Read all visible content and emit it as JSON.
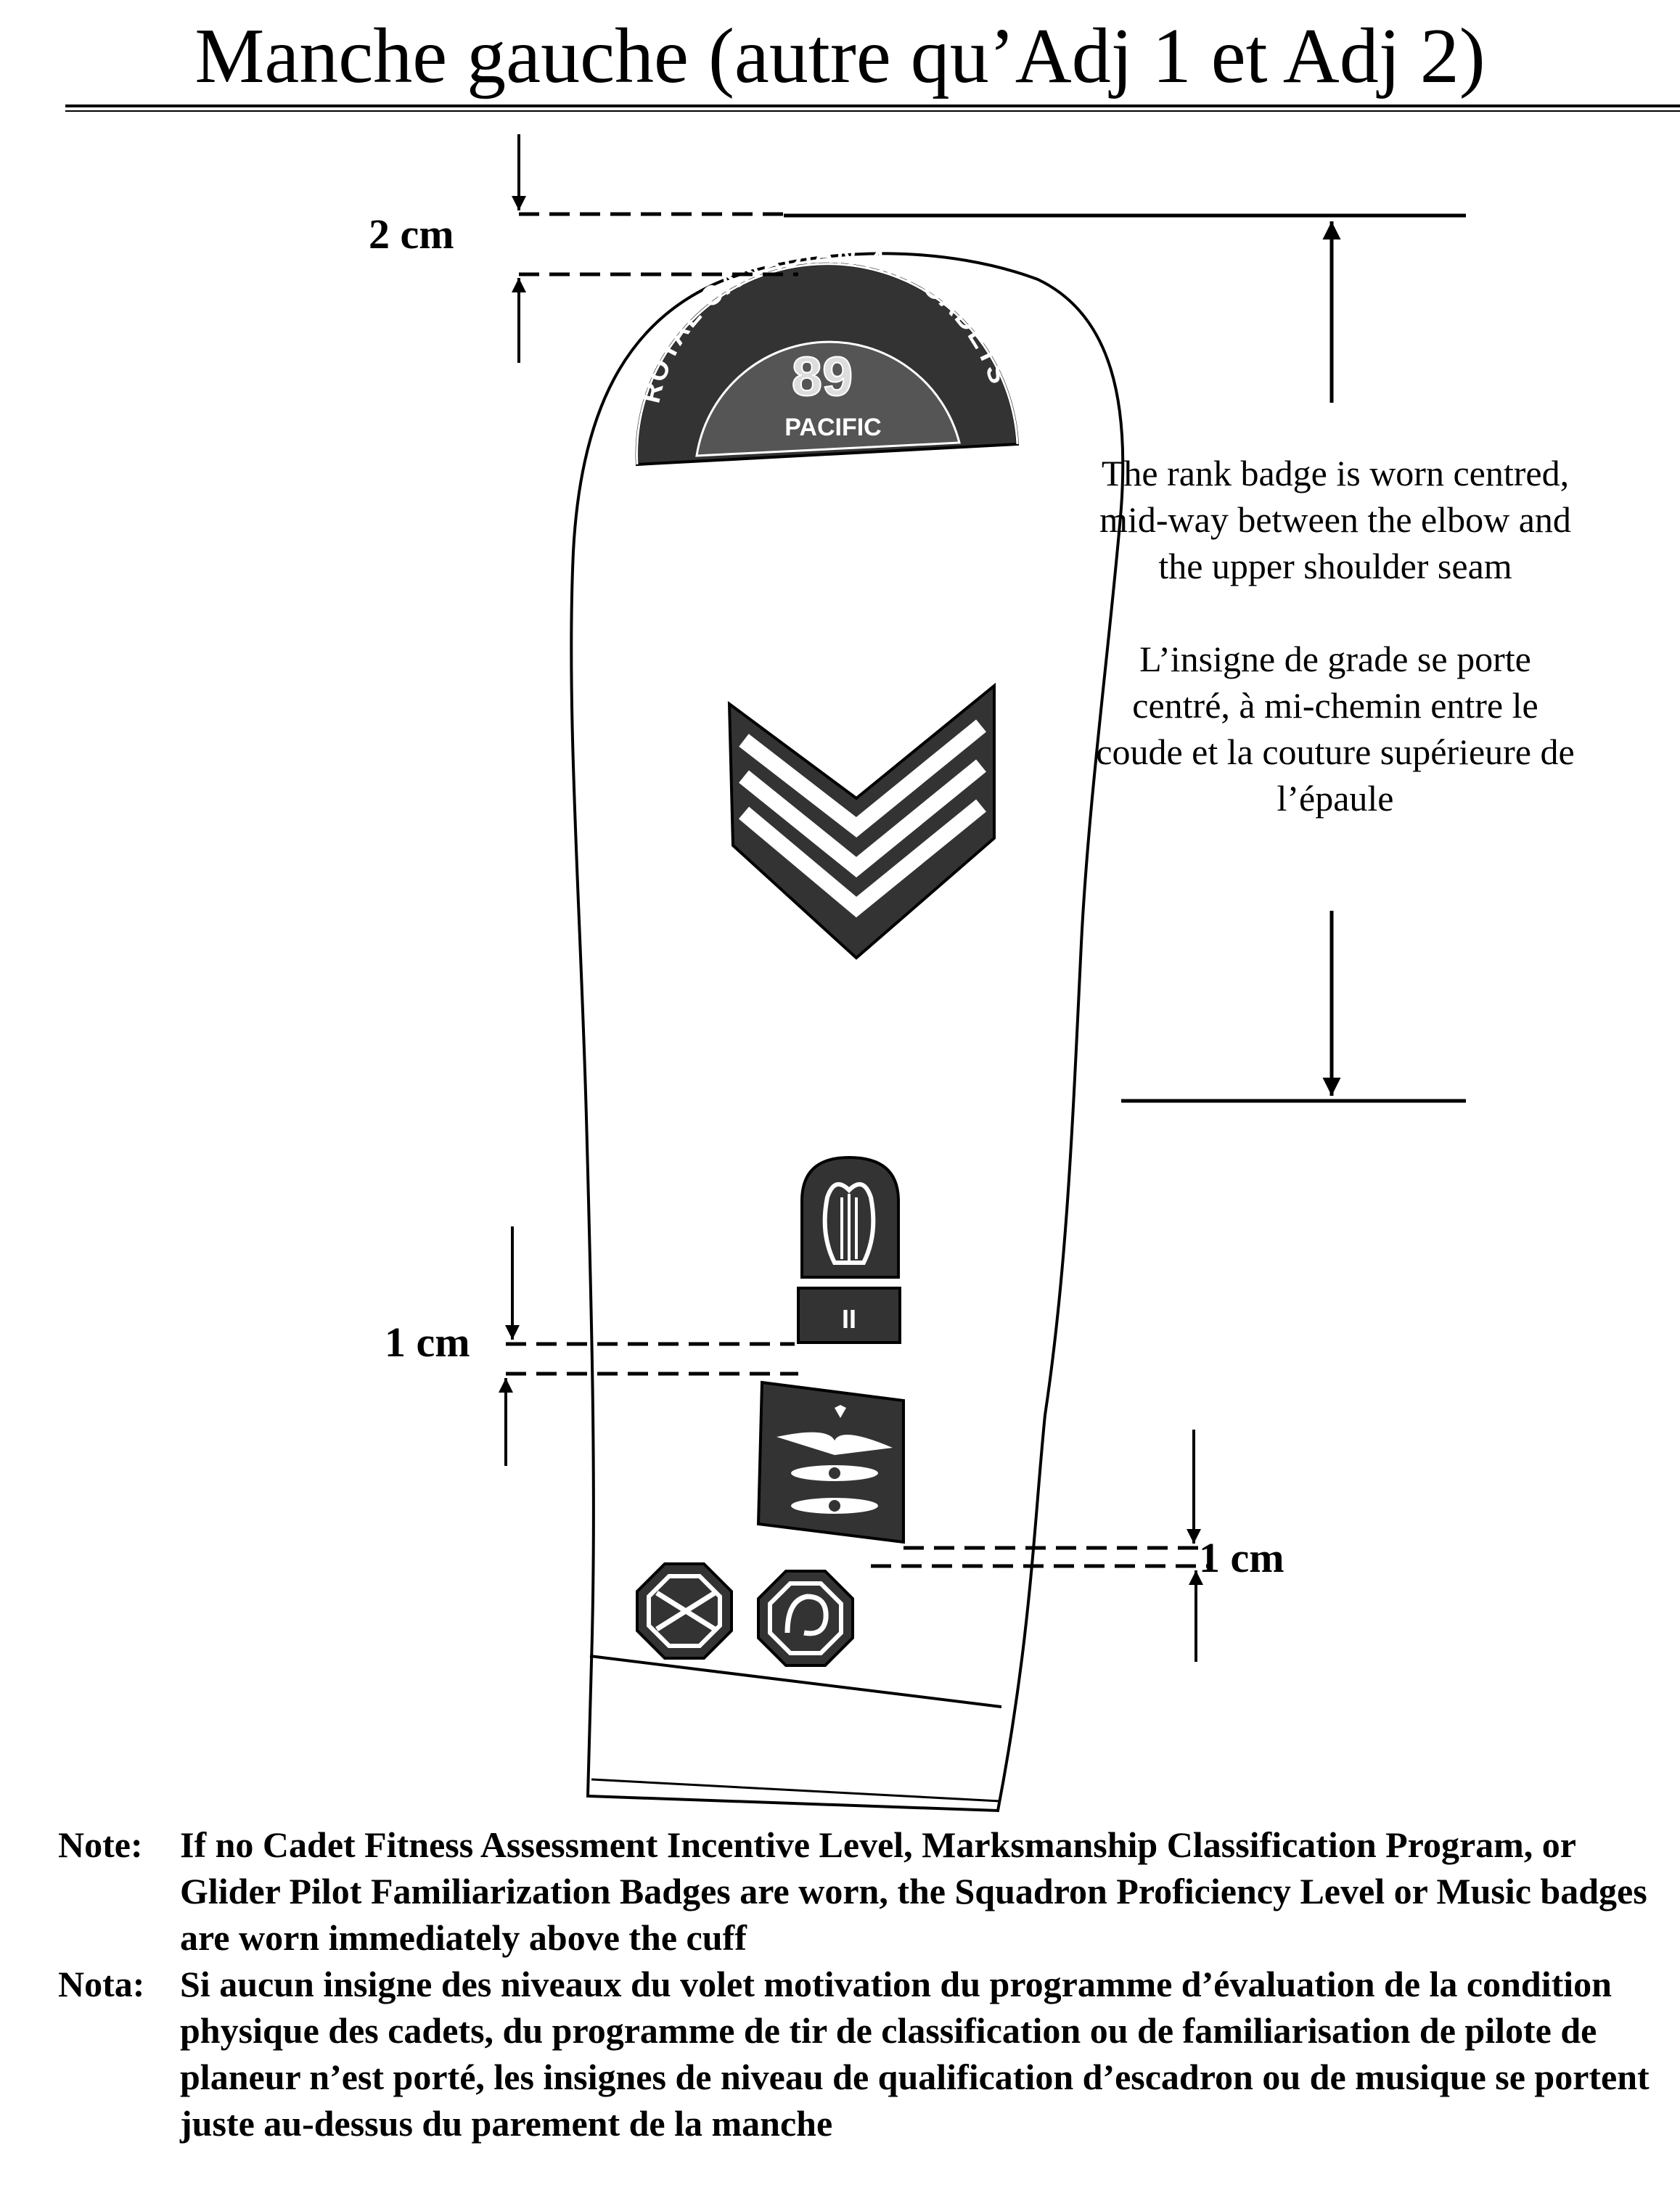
{
  "title": "Manche gauche (autre qu’Adj 1 et Adj 2)",
  "dimensions": {
    "top": "2 cm",
    "middle": "1 cm",
    "right": "1 cm"
  },
  "badges": {
    "shoulder_flash": {
      "arc_text": "ROYAL CANADIAN AIR CADETS",
      "number": "89",
      "name": "PACIFIC"
    },
    "music_level": "II"
  },
  "description": {
    "english": "The rank badge is worn centred, mid-way between the elbow and the upper shoulder seam",
    "french": "L’insigne de grade se porte centré, à mi-chemin entre le coude et la couture supérieure de l’épaule"
  },
  "notes": [
    {
      "label": "Note:",
      "text": "If no Cadet Fitness Assessment Incentive Level, Marksmanship Classification Program, or Glider Pilot Familiarization Badges are worn, the Squadron Proficiency Level or Music badges are worn immediately above the cuff"
    },
    {
      "label": "Nota:",
      "text": "Si aucun insigne des niveaux du volet motivation du programme d’évaluation de la condition physique des cadets, du programme de tir de classification ou de familiarisation de pilote de planeur n’est porté, les insignes de niveau de qualification d’escadron ou de musique se portent juste au-dessus du parement de la manche"
    }
  ]
}
